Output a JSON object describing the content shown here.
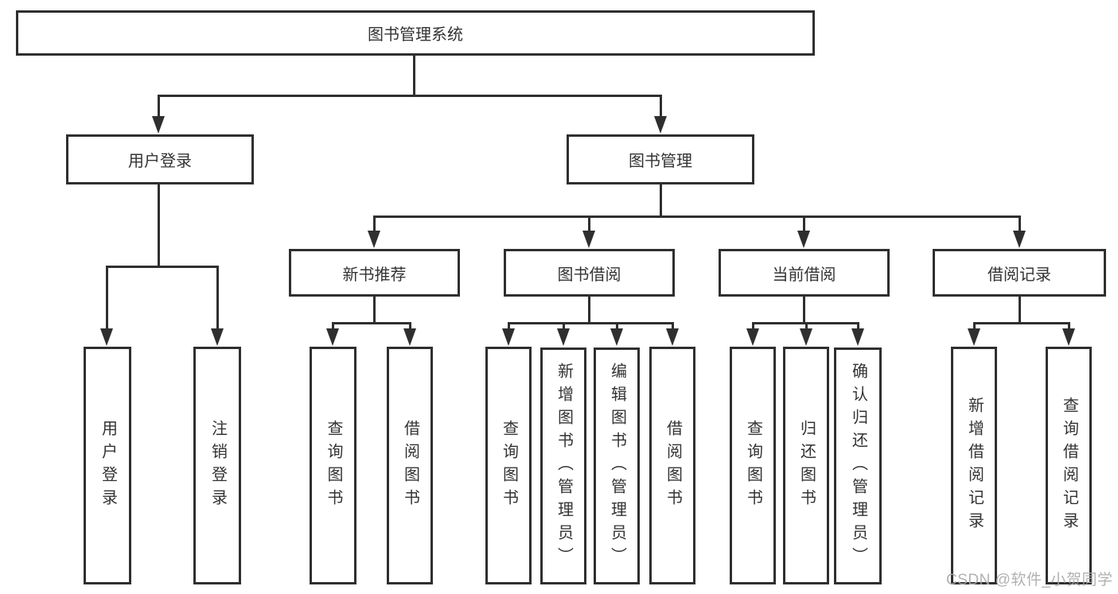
{
  "tree": {
    "root": {
      "label": "图书管理系统"
    },
    "children": [
      {
        "label": "用户登录",
        "children": [
          {
            "label": "用户登录"
          },
          {
            "label": "注销登录"
          }
        ]
      },
      {
        "label": "图书管理",
        "children": [
          {
            "label": "新书推荐",
            "children": [
              {
                "label": "查询图书"
              },
              {
                "label": "借阅图书"
              }
            ]
          },
          {
            "label": "图书借阅",
            "children": [
              {
                "label": "查询图书"
              },
              {
                "label": "新增图书（管理员）"
              },
              {
                "label": "编辑图书（管理员）"
              },
              {
                "label": "借阅图书"
              }
            ]
          },
          {
            "label": "当前借阅",
            "children": [
              {
                "label": "查询图书"
              },
              {
                "label": "归还图书"
              },
              {
                "label": "确认归还（管理员）"
              }
            ]
          },
          {
            "label": "借阅记录",
            "children": [
              {
                "label": "新增借阅记录"
              },
              {
                "label": "查询借阅记录"
              }
            ]
          }
        ]
      }
    ]
  },
  "watermark": {
    "text": "CSDN @软件_小贺同学"
  },
  "colors": {
    "line": "#2f2f2f",
    "text": "#333333",
    "background": "#ffffff",
    "watermark": "#a9a9a9"
  }
}
